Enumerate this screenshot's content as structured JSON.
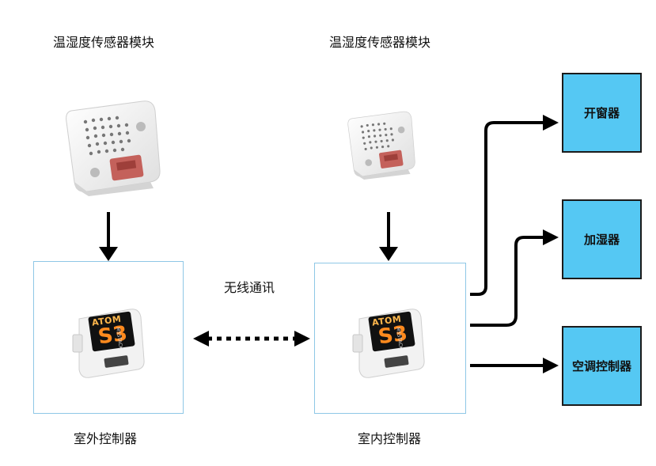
{
  "sensors": [
    {
      "label": "温湿度传感器模块"
    },
    {
      "label": "温湿度传感器模块"
    }
  ],
  "controllers": [
    {
      "label": "室外控制器",
      "device_text": "ATOM",
      "device_model": "S3",
      "device_brand": "M5STACK"
    },
    {
      "label": "室内控制器",
      "device_text": "ATOM",
      "device_model": "S3",
      "device_brand": "M5STACK"
    }
  ],
  "link": {
    "label": "无线通讯"
  },
  "outputs": [
    {
      "label": "开窗器"
    },
    {
      "label": "加湿器"
    },
    {
      "label": "空调控制器"
    }
  ],
  "colors": {
    "output_fill": "#55c8f3",
    "frame_border": "#8ec7e6",
    "connector_red": "#c4615b"
  }
}
